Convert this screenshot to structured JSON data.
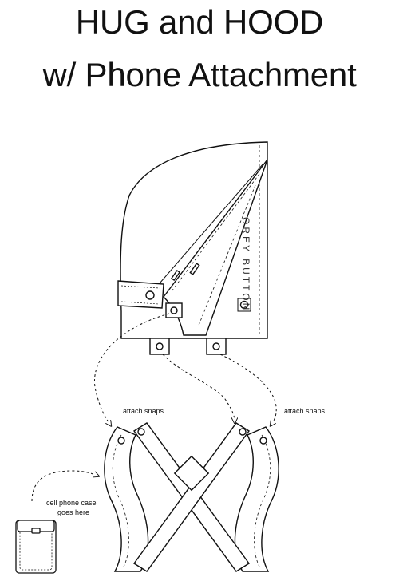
{
  "title": {
    "line1": "HUG and HOOD",
    "line2": "w/ Phone Attachment"
  },
  "labels": {
    "brand": "OREY BUTTON",
    "attach_left": "attach snaps",
    "attach_right": "attach snaps",
    "phone_line1": "cell phone case",
    "phone_line2": "goes here"
  }
}
